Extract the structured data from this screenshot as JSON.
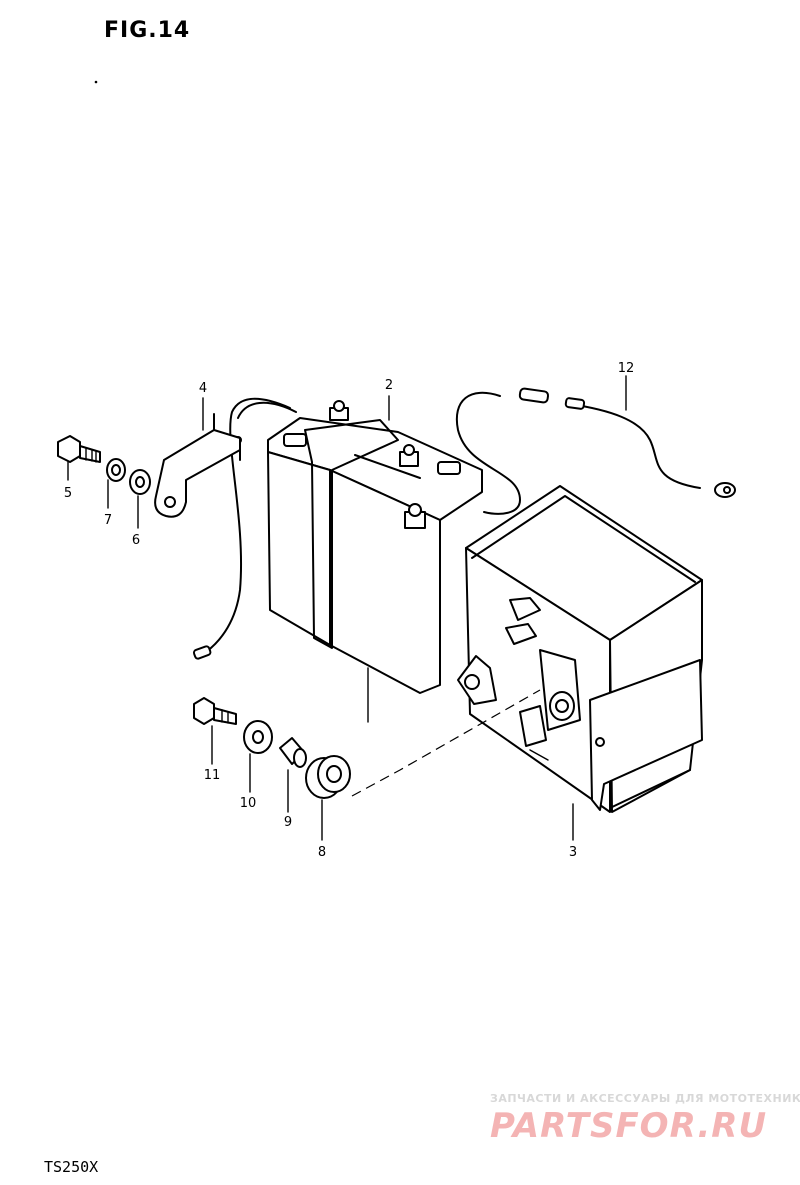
{
  "figure": {
    "title": "FIG.14",
    "model": "TS250X"
  },
  "parts": [
    {
      "number": "2"
    },
    {
      "number": "3"
    },
    {
      "number": "4"
    },
    {
      "number": "5"
    },
    {
      "number": "6"
    },
    {
      "number": "7"
    },
    {
      "number": "8"
    },
    {
      "number": "9"
    },
    {
      "number": "10"
    },
    {
      "number": "11"
    },
    {
      "number": "12"
    }
  ],
  "watermark": {
    "tagline": "ЗАПЧАСТИ И АКСЕССУАРЫ ДЛЯ МОТОТЕХНИКИ",
    "brand": "PARTSFOR.RU",
    "color": "#f4b4b4"
  }
}
